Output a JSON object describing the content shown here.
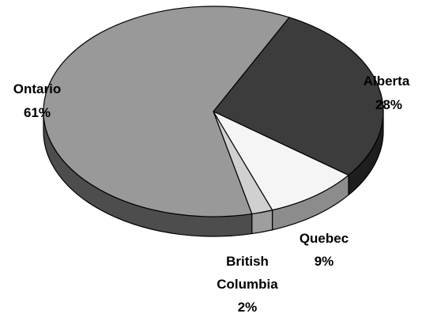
{
  "chart_data": {
    "type": "pie",
    "three_d": true,
    "categories": [
      "Alberta",
      "Quebec",
      "British Columbia",
      "Ontario"
    ],
    "values": [
      28,
      9,
      2,
      61
    ],
    "value_labels": [
      "28%",
      "9%",
      "2%",
      "61%"
    ],
    "title": "",
    "legend": "none",
    "colors": {
      "Alberta": "#3c3c3c",
      "Quebec": "#f5f5f5",
      "British Columbia": "#d0d0d0",
      "Ontario": "#999999"
    },
    "side_colors": {
      "Alberta": "#1e1e1e",
      "Quebec": "#8c8c8c",
      "British Columbia": "#9e9e9e",
      "Ontario": "#4d4d4d"
    },
    "outline_color": "#000000"
  }
}
